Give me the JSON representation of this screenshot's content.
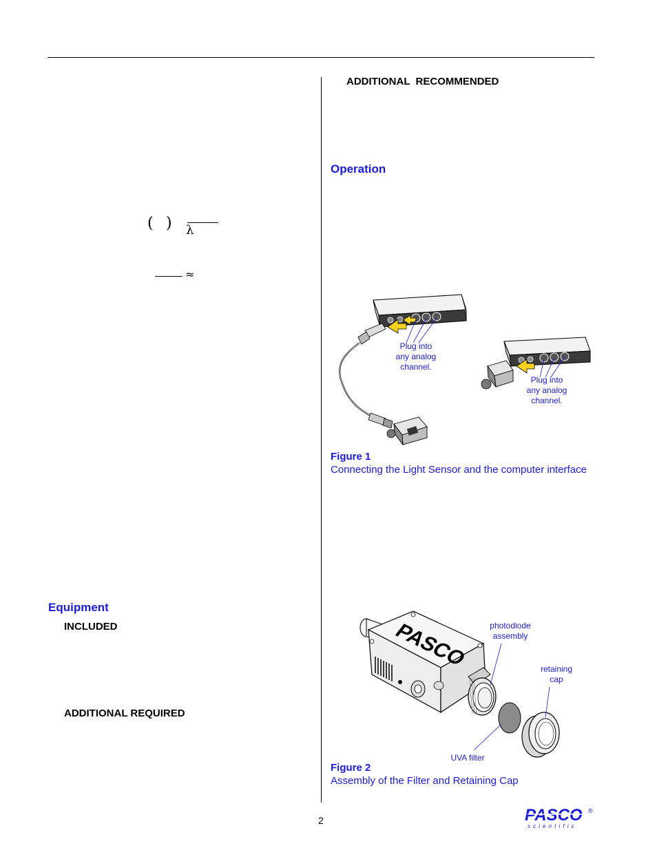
{
  "left_column": {
    "equation_1": {
      "left_paren": "(",
      "right_paren": ")",
      "lambda": "λ"
    },
    "equation_2": {
      "approx": "≈"
    },
    "equipment_heading": "Equipment",
    "included_label": "INCLUDED",
    "additional_required_label": "ADDITIONAL REQUIRED"
  },
  "right_column": {
    "additional_recommended_label": "ADDITIONAL  RECOMMENDED",
    "operation_heading": "Operation",
    "figure1": {
      "title": "Figure 1",
      "caption": "Connecting the Light Sensor and the computer interface",
      "callout_left": [
        "Plug into",
        "any analog",
        "channel."
      ],
      "callout_right": [
        "Plug into",
        "any analog",
        "channel."
      ]
    },
    "figure2": {
      "title": "Figure 2",
      "caption": "Assembly of the Filter and Retaining Cap",
      "callout_photodiode": [
        "photodiode",
        "assembly"
      ],
      "callout_cap": [
        "retaining",
        "cap"
      ],
      "callout_filter": "UVA filter",
      "body_logo": "PASCO"
    }
  },
  "footer": {
    "page_number": "2",
    "logo_main": "PASCO",
    "logo_sub": "scientific",
    "registered": "®"
  },
  "colors": {
    "accent": "#1a1adb",
    "arrow_yellow": "#f5d21f"
  }
}
